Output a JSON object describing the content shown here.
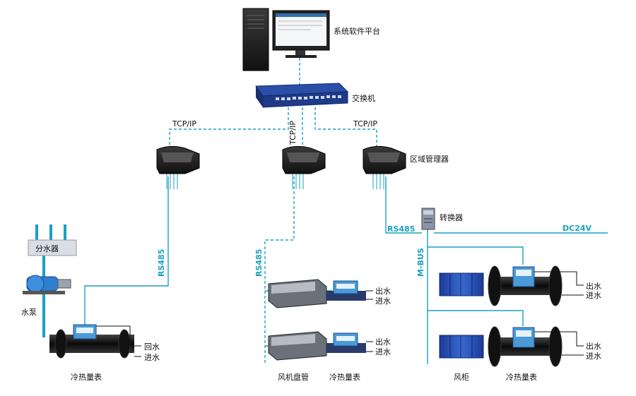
{
  "labels": {
    "platform": "系统软件平台",
    "switch": "交换机",
    "area_manager": "区域管理器",
    "converter": "转换器",
    "distributor": "分水器",
    "pump": "水泵",
    "meter_left": "冷热量表",
    "fancoil": "风机盘管",
    "meter_mid": "冷热量表",
    "ahu": "风柜",
    "meter_right": "冷热量表"
  },
  "protocols": {
    "tcp_left": "TCP/IP",
    "tcp_mid": "TCP/IP",
    "tcp_right": "TCP/IP",
    "rs485_left": "RS485",
    "rs485_mid": "RS485",
    "rs485_right": "RS485",
    "mbus": "M-BUS",
    "dc24v": "DC24V"
  },
  "pipes": {
    "return_left": "回水",
    "supply_left": "进水",
    "out_mid_1": "出水",
    "in_mid_1": "进水",
    "out_mid_2": "出水",
    "in_mid_2": "进水",
    "out_right_1": "出水",
    "in_right_1": "进水",
    "out_right_2": "出水",
    "in_right_2": "进水"
  },
  "colors": {
    "line": "#1aa0c0",
    "device_dark": "#1e1e1e",
    "switch_blue": "#1f3a8a",
    "pump_blue": "#2f7fd0",
    "ahu_blue": "#2d4fb0"
  }
}
